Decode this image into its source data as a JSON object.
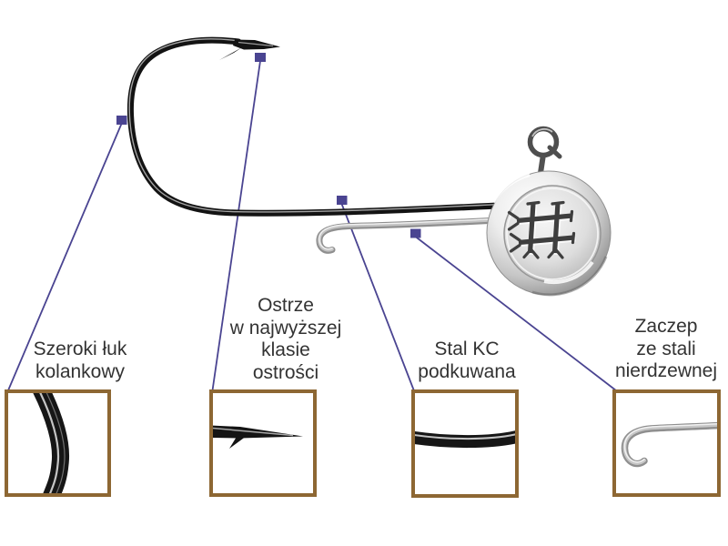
{
  "callouts": [
    {
      "label": "Szeroki łuk\nkolankowy"
    },
    {
      "label": "Ostrze\nw najwyższej\nklasie\nostrości"
    },
    {
      "label": "Stal KC\npodkuwana"
    },
    {
      "label": "Zaczep\nze stali\nnierdzewnej"
    }
  ],
  "colors": {
    "callout_line": "#4a4491",
    "box_border": "#8d6733",
    "label_text": "#333333"
  }
}
